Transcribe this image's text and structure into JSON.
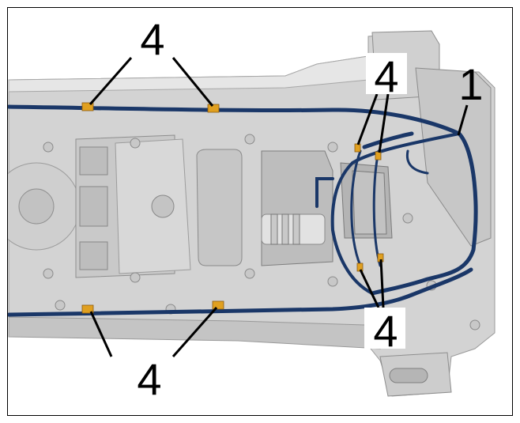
{
  "diagram": {
    "callouts": {
      "c1": "1",
      "top_left": "4",
      "top_right": "4",
      "bottom_left": "4",
      "bottom_right": "4"
    },
    "colors": {
      "harness": "#1a3768",
      "clip": "#e0a020",
      "frame_light": "#dcdcdc",
      "frame_mid": "#bfbfbf",
      "frame_dark": "#8c8c8c"
    }
  }
}
